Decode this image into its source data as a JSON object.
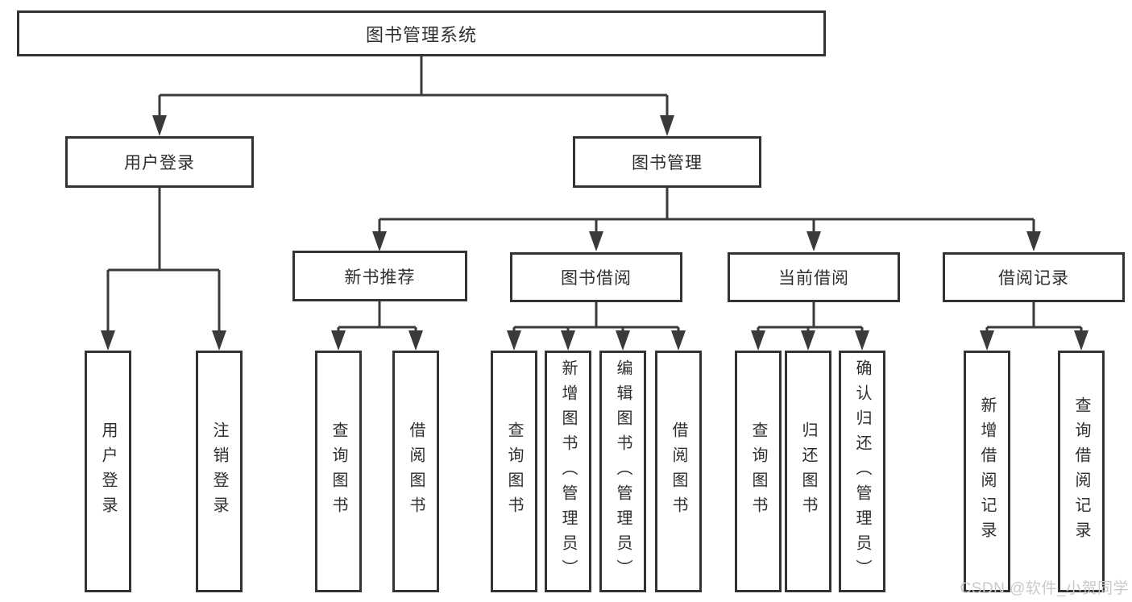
{
  "tree": {
    "label": "图书管理系统",
    "children": [
      {
        "label": "用户登录",
        "children": [
          {
            "label": "用户登录"
          },
          {
            "label": "注销登录"
          }
        ]
      },
      {
        "label": "图书管理",
        "children": [
          {
            "label": "新书推荐",
            "children": [
              {
                "label": "查询图书"
              },
              {
                "label": "借阅图书"
              }
            ]
          },
          {
            "label": "图书借阅",
            "children": [
              {
                "label": "查询图书"
              },
              {
                "label": "新增图书（管理员）"
              },
              {
                "label": "编辑图书（管理员）"
              },
              {
                "label": "借阅图书"
              }
            ]
          },
          {
            "label": "当前借阅",
            "children": [
              {
                "label": "查询图书"
              },
              {
                "label": "归还图书"
              },
              {
                "label": "确认归还（管理员）"
              }
            ]
          },
          {
            "label": "借阅记录",
            "children": [
              {
                "label": "新增借阅记录"
              },
              {
                "label": "查询借阅记录"
              }
            ]
          }
        ]
      }
    ]
  },
  "watermark": {
    "text": "CSDN @软件_小贺同学"
  },
  "colors": {
    "line": "#3a3a3a",
    "border": "#333333",
    "text": "#2e2e2e",
    "watermark": "#c9c9cf"
  }
}
